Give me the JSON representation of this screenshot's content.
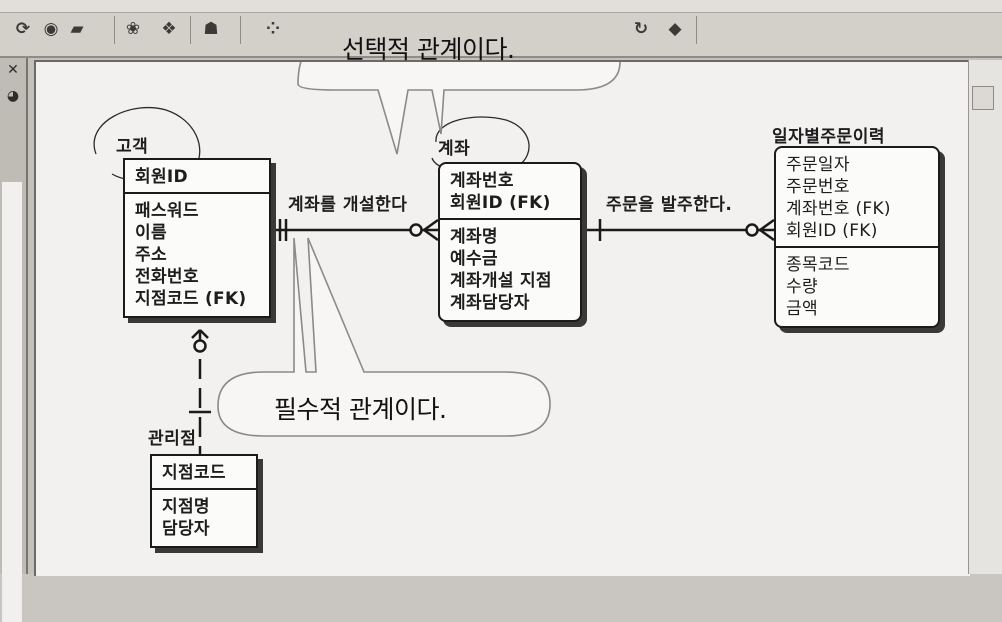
{
  "diagram": {
    "entities": {
      "customer": {
        "name": "고객",
        "keys": [
          "회원ID"
        ],
        "attributes": [
          "패스워드",
          "이름",
          "주소",
          "전화번호",
          "지점코드 (FK)"
        ]
      },
      "account": {
        "name": "계좌",
        "keys": [
          "계좌번호",
          "회원ID (FK)"
        ],
        "attributes": [
          "계좌명",
          "예수금",
          "계좌개설 지점",
          "계좌담당자"
        ]
      },
      "daily_order_history": {
        "name": "일자별주문이력",
        "keys": [
          "주문일자",
          "주문번호",
          "계좌번호 (FK)",
          "회원ID (FK)"
        ],
        "attributes": [
          "종목코드",
          "수량",
          "금액"
        ]
      },
      "branch": {
        "name": "관리점",
        "keys": [
          "지점코드"
        ],
        "attributes": [
          "지점명",
          "담당자"
        ]
      }
    },
    "relationships": {
      "customer_account": "계좌를 개설한다",
      "account_order": "주문을 발주한다."
    },
    "callouts": {
      "optional": "선택적 관계이다.",
      "mandatory": "필수적 관계이다."
    }
  }
}
